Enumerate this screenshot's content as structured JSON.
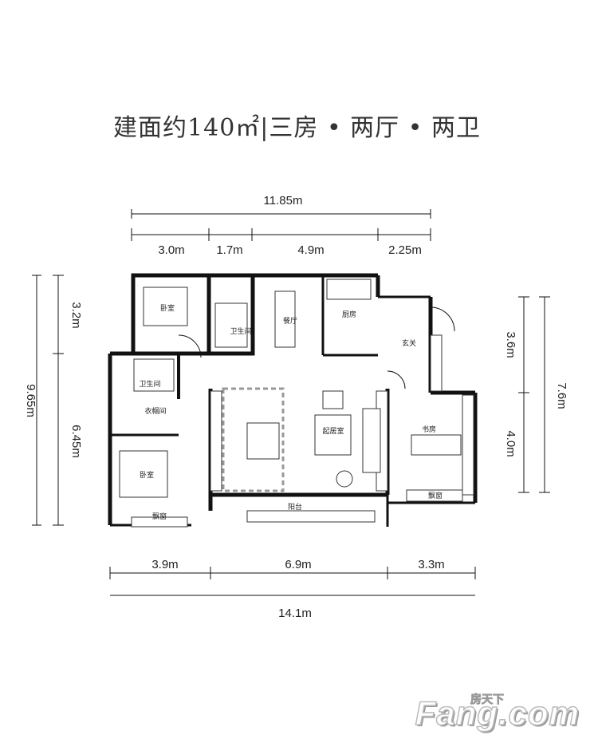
{
  "title": "建面约140㎡|三房 • 两厅 • 两卫",
  "dimensions": {
    "top_total": "11.85m",
    "top_segments": [
      "3.0m",
      "1.7m",
      "4.9m",
      "2.25m"
    ],
    "left_total": "9.65m",
    "left_segments": [
      "3.2m",
      "6.45m"
    ],
    "right_total": "7.6m",
    "right_segments": [
      "3.6m",
      "4.0m"
    ],
    "bottom_segments": [
      "3.9m",
      "6.9m",
      "3.3m"
    ],
    "bottom_total": "14.1m"
  },
  "rooms": {
    "bedroom_top": "卧室",
    "bath_top": "卫生间",
    "dining": "餐厅",
    "kitchen": "厨房",
    "entrance": "玄关",
    "bath_left": "卫生间",
    "closet": "衣帽间",
    "bedroom_bottom": "卧室",
    "living": "起居室",
    "study": "书房",
    "balcony": "阳台",
    "bay_window_left": "飘窗",
    "bay_window_right": "飘窗"
  },
  "watermark": {
    "main": "Fang.com",
    "cn": "房天下"
  }
}
